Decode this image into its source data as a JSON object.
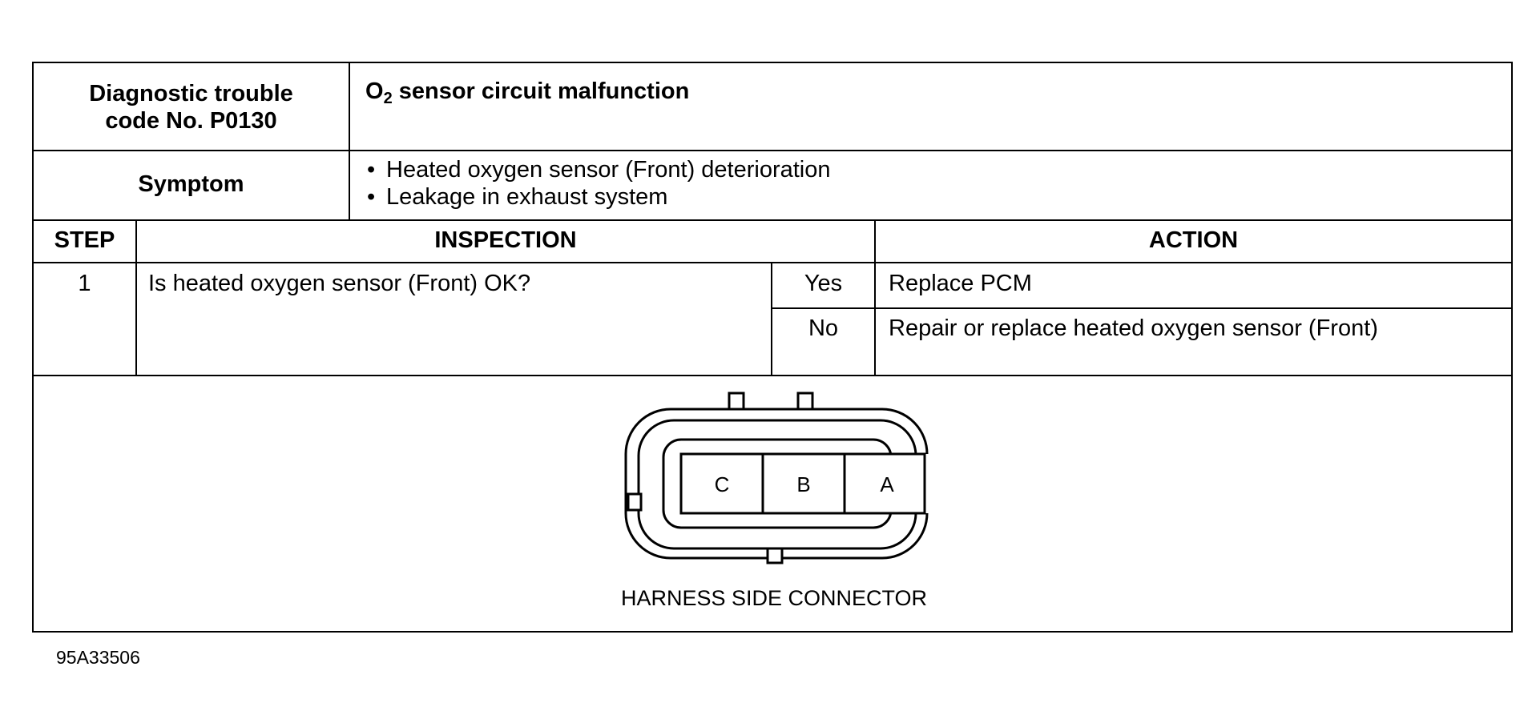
{
  "header": {
    "dtc_label": "Diagnostic trouble code No. P0130",
    "dtc_label_line1": "Diagnostic trouble",
    "dtc_label_line2": "code No. P0130",
    "dtc_title_prefix": "O",
    "dtc_title_sub": "2",
    "dtc_title_rest": " sensor circuit malfunction"
  },
  "symptom": {
    "label": "Symptom",
    "items": [
      "Heated oxygen sensor (Front) deterioration",
      "Leakage in exhaust system"
    ]
  },
  "table": {
    "columns": [
      "STEP",
      "INSPECTION",
      "ACTION"
    ],
    "rows": [
      {
        "step": "1",
        "inspection": "Is heated oxygen sensor (Front) OK?",
        "outcomes": [
          {
            "answer": "Yes",
            "action": "Replace PCM"
          },
          {
            "answer": "No",
            "action": "Repair or replace heated oxygen sensor (Front)"
          }
        ]
      }
    ]
  },
  "connector": {
    "terminals": [
      "C",
      "B",
      "A"
    ],
    "caption": "HARNESS SIDE CONNECTOR"
  },
  "figure_id": "95A33506"
}
